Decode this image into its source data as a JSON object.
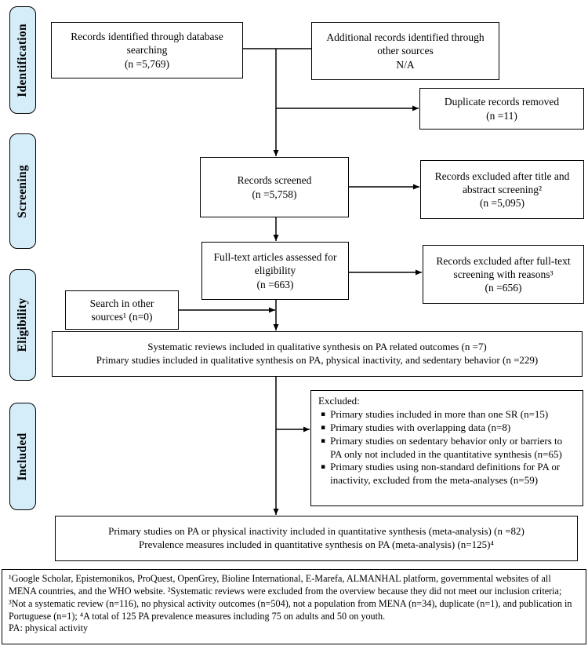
{
  "stages": {
    "identification": "Identification",
    "screening": "Screening",
    "eligibility": "Eligibility",
    "included": "Included"
  },
  "boxes": {
    "db_search": {
      "lines": [
        "Records identified through database",
        "searching",
        "(n =5,769)"
      ]
    },
    "other_sources": {
      "lines": [
        "Additional records identified through",
        "other sources",
        "N/A"
      ]
    },
    "duplicates": {
      "lines": [
        "Duplicate records removed",
        "(n =11)"
      ]
    },
    "records_screened": {
      "lines": [
        "Records screened",
        "(n =5,758)"
      ]
    },
    "title_abstract_excluded": {
      "lines": [
        "Records excluded after title and",
        "abstract screening²",
        "(n =5,095)"
      ]
    },
    "full_text_assessed": {
      "lines": [
        "Full-text articles assessed for",
        "eligibility",
        "(n =663)"
      ]
    },
    "full_text_excluded": {
      "lines": [
        "Records excluded after full-text",
        "screening with reasons³",
        "(n =656)"
      ]
    },
    "search_other_sources": {
      "lines": [
        "Search in other",
        "sources¹ (n=0)"
      ]
    },
    "qualitative_synthesis": {
      "lines": [
        "Systematic reviews included in qualitative synthesis on PA related outcomes (n =7)",
        "Primary studies included in qualitative synthesis on PA, physical inactivity, and sedentary behavior (n =229)"
      ]
    },
    "excluded_reasons": {
      "title": "Excluded:",
      "items": [
        "Primary studies included in more than one SR (n=15)",
        "Primary studies with overlapping data (n=8)",
        "Primary studies on sedentary behavior only or barriers to PA only not included in the quantitative synthesis (n=65)",
        "Primary studies using non-standard definitions for PA or inactivity, excluded from the meta-analyses (n=59)"
      ]
    },
    "quantitative_synthesis": {
      "lines": [
        "Primary studies on PA or physical inactivity included in quantitative synthesis (meta-analysis) (n =82)",
        "Prevalence measures included in quantitative synthesis on PA (meta-analysis) (n=125)⁴"
      ]
    }
  },
  "footnote": {
    "body": "¹Google Scholar, Epistemonikos, ProQuest, OpenGrey, Bioline International, E-Marefa, ALMANHAL platform, governmental websites of all MENA countries, and the WHO website. ²Systematic reviews were excluded from the overview because they did not meet our inclusion criteria; ³Not a systematic review (n=116), no physical activity outcomes (n=504), not a population from MENA (n=34), duplicate (n=1), and publication in Portuguese (n=1); ⁴A total of 125 PA prevalence measures including 75 on adults and 50 on youth.",
    "abbreviation": "PA: physical activity"
  },
  "colors": {
    "stage_fill": "#d5ecf9",
    "box_border": "#000000",
    "background": "#ffffff"
  }
}
